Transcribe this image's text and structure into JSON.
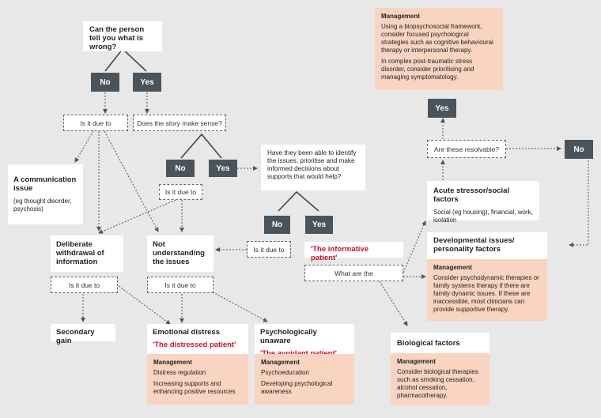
{
  "q_tell": "Can the person tell you what is wrong?",
  "no": "No",
  "yes": "Yes",
  "is_it_due_to": "Is it due to",
  "story": "Does the story make sense?",
  "resolvable": "Are these resolvable?",
  "informed": "Have they been able to identify the issues, prioritise and make informed decisions about supports that would help?",
  "what_are_the": "What are the",
  "comm_title": "A communication issue",
  "comm_sub": "(eg thought disorder, psychosis)",
  "withdrawal": "Deliberate withdrawal of information",
  "not_understanding": "Not understanding the issues",
  "secondary_gain": "Secondary gain",
  "informative_patient": "'The informative patient'",
  "acute_title": "Acute stressor/social factors",
  "acute_sub": "Social (eg housing), financial, work, isolation",
  "dev_title": "Developmental issues/ personality factors",
  "management": "Management",
  "dev_mgmt": "Consider psychodynamic therapies or family systems therapy if there are family dynamic issues. If these are inaccessible, most clinicians can provide supportive therapy.",
  "top_mgmt_1": "Using a biopsychosocial framework, consider focused psychological strategies such as cognitive behavioural therapy or interpersonal therapy.",
  "top_mgmt_2": "In complex post-traumatic stress disorder, consider prioritising and managing symptomatology.",
  "emo_title": "Emotional distress",
  "emo_quote": "'The distressed patient'",
  "emo_mgmt_1": "Distress regulation",
  "emo_mgmt_2": "Increasing supports and enhancing positive resources",
  "psy_title": "Psychologically unaware",
  "psy_quote": "'The avoidant patient'",
  "psy_mgmt_1": "Psychoeducation",
  "psy_mgmt_2": "Developing psychological awareness",
  "bio_title": "Biological factors",
  "bio_mgmt": "Consider biological therapies such as smoking cessation, alcohol cessation, pharmacotherapy."
}
